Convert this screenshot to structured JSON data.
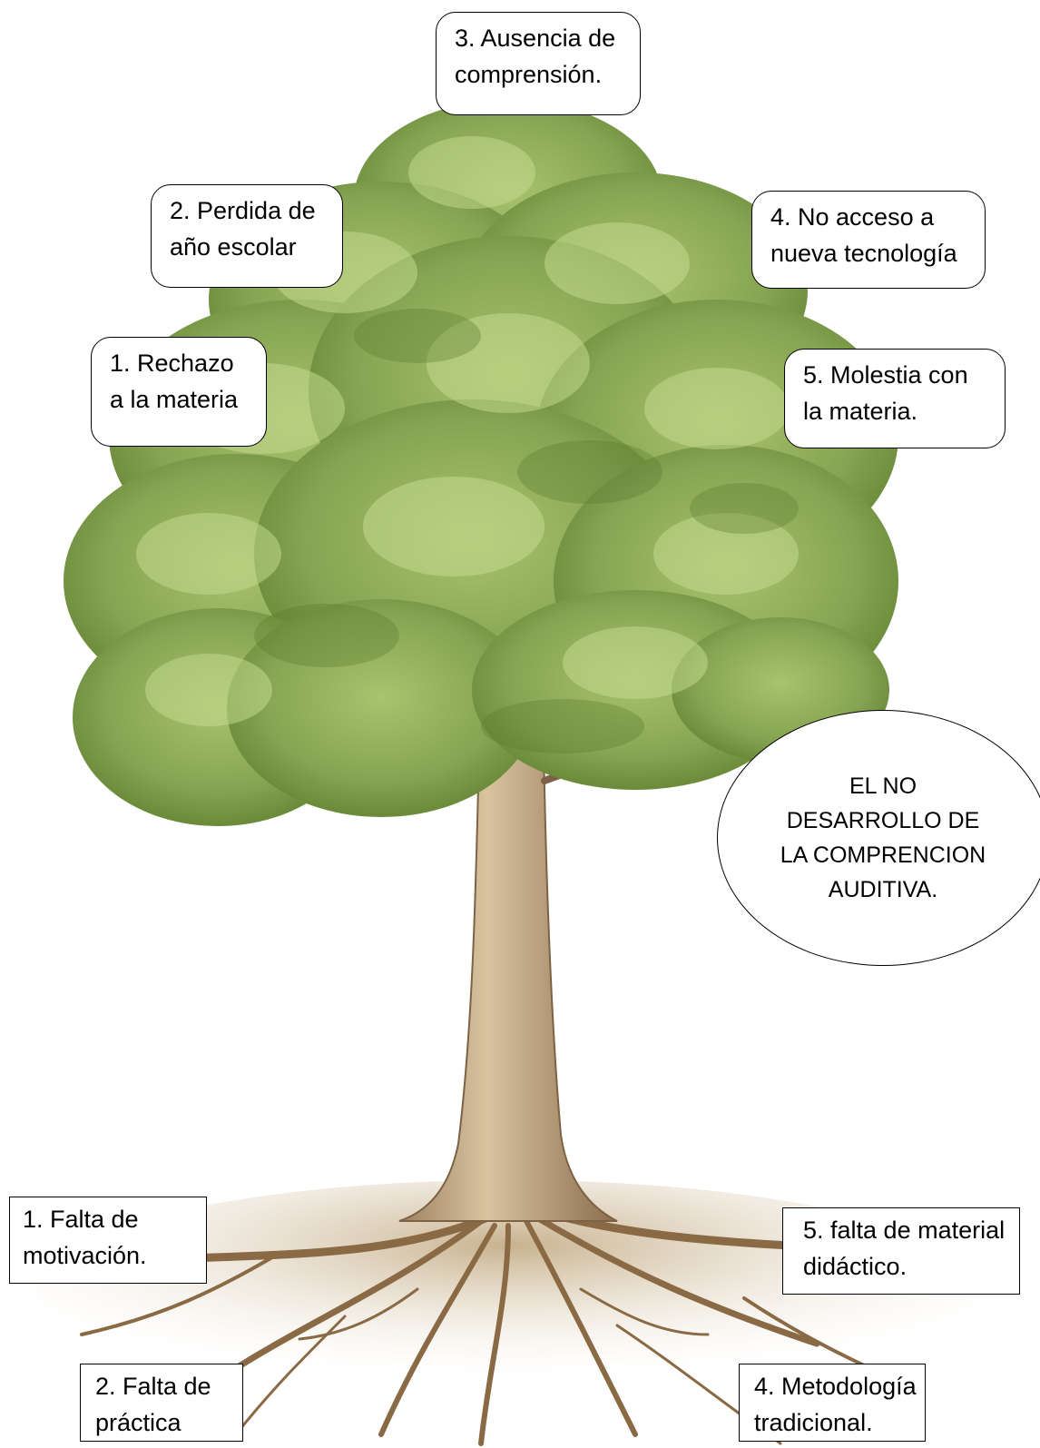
{
  "effects": [
    {
      "id": "e1",
      "lines": [
        "1. Rechazo",
        "a la materia"
      ]
    },
    {
      "id": "e2",
      "lines": [
        "2. Perdida de",
        "año escolar"
      ]
    },
    {
      "id": "e3",
      "lines": [
        "3. Ausencia de",
        "comprensión."
      ]
    },
    {
      "id": "e4",
      "lines": [
        "4. No acceso a",
        "nueva tecnología"
      ]
    },
    {
      "id": "e5",
      "lines": [
        "5.  Molestia con",
        "la materia."
      ]
    }
  ],
  "problem": {
    "lines": [
      "EL NO",
      "DESARROLLO DE",
      "LA COMPRENCION",
      "AUDITIVA."
    ]
  },
  "causes": [
    {
      "id": "c1",
      "lines": [
        "1. Falta de",
        "motivación."
      ]
    },
    {
      "id": "c2",
      "lines": [
        "2. Falta de",
        "práctica"
      ]
    },
    {
      "id": "c4",
      "lines": [
        "4. Metodología",
        "tradicional."
      ]
    },
    {
      "id": "c5",
      "lines": [
        "5. falta de material",
        "didáctico."
      ]
    }
  ],
  "colors": {
    "foliage_dark": "#6f8f3a",
    "foliage_light": "#b7cf7c",
    "trunk": "#b79d76",
    "roots": "#8a6a45"
  }
}
